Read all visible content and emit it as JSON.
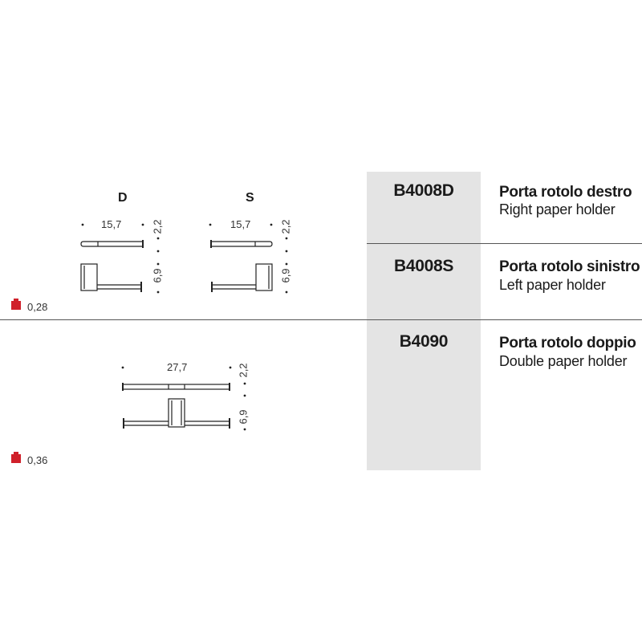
{
  "products": [
    {
      "code": "B4008D",
      "title": "Porta rotolo destro",
      "subtitle": "Right paper holder"
    },
    {
      "code": "B4008S",
      "title": "Porta rotolo sinistro",
      "subtitle": "Left paper holder"
    },
    {
      "code": "B4090",
      "title": "Porta rotolo doppio",
      "subtitle": "Double paper holder"
    }
  ],
  "drawings": {
    "single": {
      "label_d": "D",
      "label_s": "S",
      "width": "15,7",
      "depth": "2,2",
      "height": "6,9",
      "weight": "0,28"
    },
    "double": {
      "width": "27,7",
      "depth": "2,2",
      "height": "6,9",
      "weight": "0,36"
    }
  },
  "colors": {
    "gray_column": "#e4e4e4",
    "weight_icon": "#d0202a"
  },
  "icons": {
    "weight": "weight-icon"
  }
}
